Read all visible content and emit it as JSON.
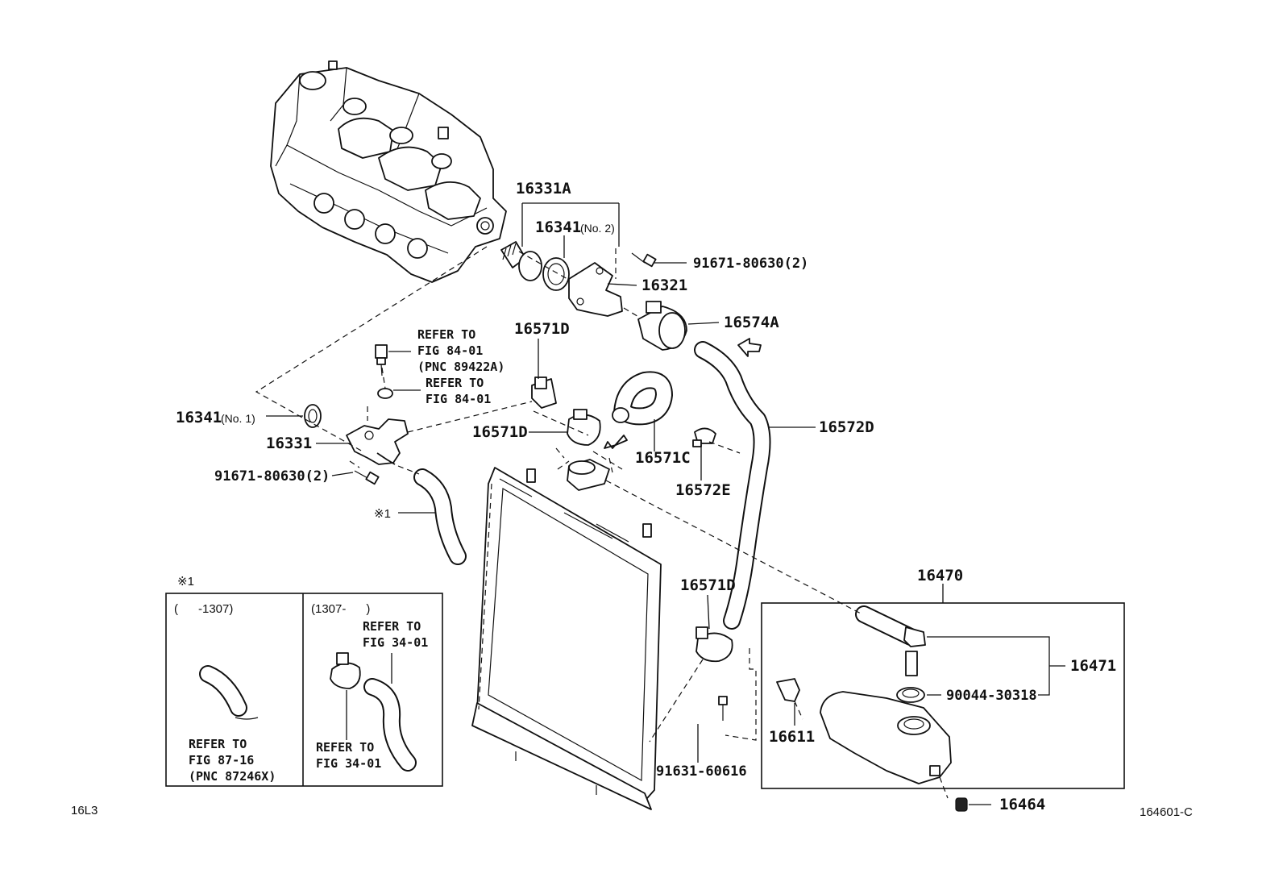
{
  "labels": {
    "p16331A": "16331A",
    "p16341_no2": "16341",
    "p16341_no2_suffix": "(No. 2)",
    "p91671_top": "91671-80630(2)",
    "p16321": "16321",
    "p16574A": "16574A",
    "p16571D_top": "16571D",
    "refer_89422A_1": "REFER TO",
    "refer_89422A_2": "FIG 84-01",
    "refer_89422A_3": "(PNC 89422A)",
    "refer_8401_1": "REFER TO",
    "refer_8401_2": "FIG 84-01",
    "p16341_no1": "16341",
    "p16341_no1_suffix": "(No. 1)",
    "p16331": "16331",
    "p16571D_mid": "16571D",
    "p16571C": "16571C",
    "p16572D": "16572D",
    "p16572E": "16572E",
    "p91671_bottom": "91671-80630(2)",
    "mark1": "※1",
    "p16470": "16470",
    "p16571D_low": "16571D",
    "p16471": "16471",
    "p90044": "90044-30318",
    "p16611": "16611",
    "p91631": "91631-60616",
    "p16464": "16464",
    "footer_left": "16L3",
    "footer_right": "164601-C"
  },
  "inset": {
    "mark": "※1",
    "left_range": "(      -1307)",
    "left_refer_1": "REFER TO",
    "left_refer_2": "FIG 87-16",
    "left_refer_3": "(PNC 87246X)",
    "right_range": "(1307-      )",
    "right_refer_top_1": "REFER TO",
    "right_refer_top_2": "FIG 34-01",
    "right_refer_bottom_1": "REFER TO",
    "right_refer_bottom_2": "FIG 34-01"
  }
}
